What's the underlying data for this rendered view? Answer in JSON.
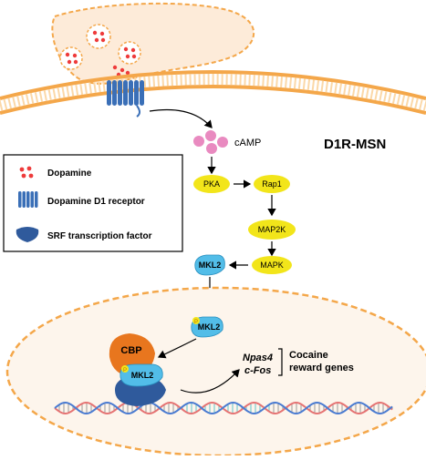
{
  "cell_type": "D1R-MSN",
  "second_messenger": "cAMP",
  "kinases": {
    "pka": "PKA",
    "rap1": "Rap1",
    "map2k": "MAP2K",
    "mapk": "MAPK"
  },
  "mkl2": "MKL2",
  "phospho": "P",
  "cbp": "CBP",
  "genes": {
    "gene1": "Npas4",
    "gene2": "c-Fos",
    "label_line1": "Cocaine",
    "label_line2": "reward genes"
  },
  "legend": {
    "dopamine": "Dopamine",
    "receptor": "Dopamine D1 receptor",
    "srf": "SRF transcription factor"
  },
  "colors": {
    "membrane": "#f4a74a",
    "membrane_light": "#fbd8a8",
    "terminal_fill": "#fdebd9",
    "nucleus_border": "#f4a74a",
    "dopamine": "#ee3b3b",
    "camp": "#e98ac0",
    "kinase": "#f2e51a",
    "mkl2": "#52bde8",
    "cbp": "#e8761e",
    "srf": "#2f5a9c",
    "receptor": "#3a6fb7",
    "dna_a": "#e57373",
    "dna_b": "#4a7bd1"
  }
}
